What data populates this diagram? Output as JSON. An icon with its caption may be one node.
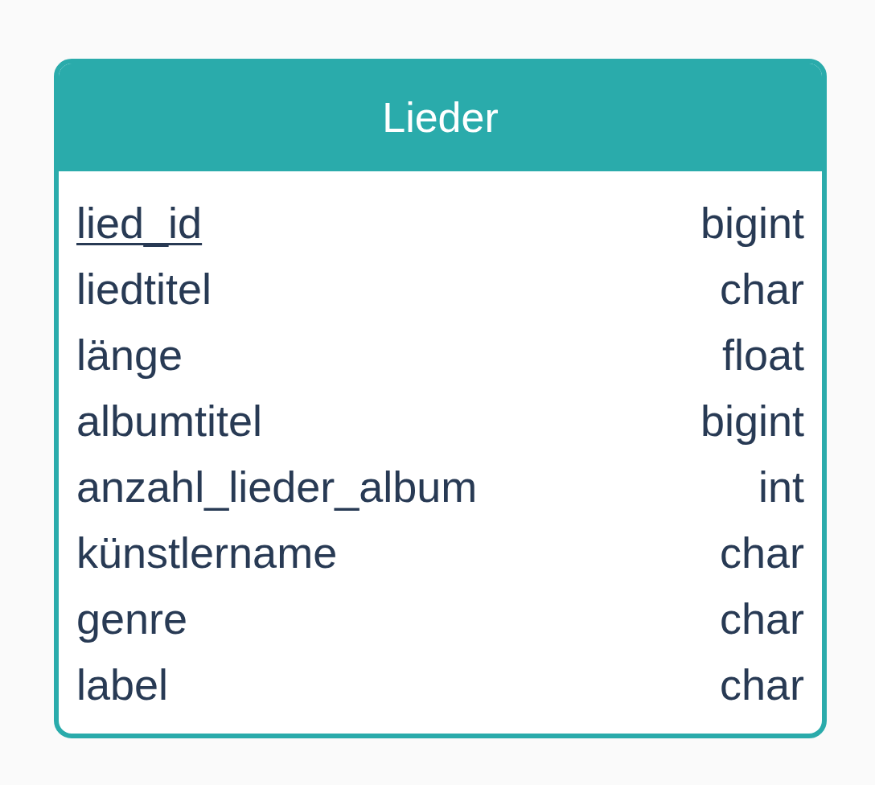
{
  "diagram": {
    "nodes": [
      {
        "text": [
          "Lieder",
          "lied_id",
          "bigint",
          "liedtitel",
          "char",
          "länge",
          "float",
          "albumtitel",
          "bigint",
          "anzahl_lieder_album",
          "int",
          "künstlername",
          "char",
          "genre",
          "char",
          "label",
          "char"
        ]
      }
    ]
  }
}
